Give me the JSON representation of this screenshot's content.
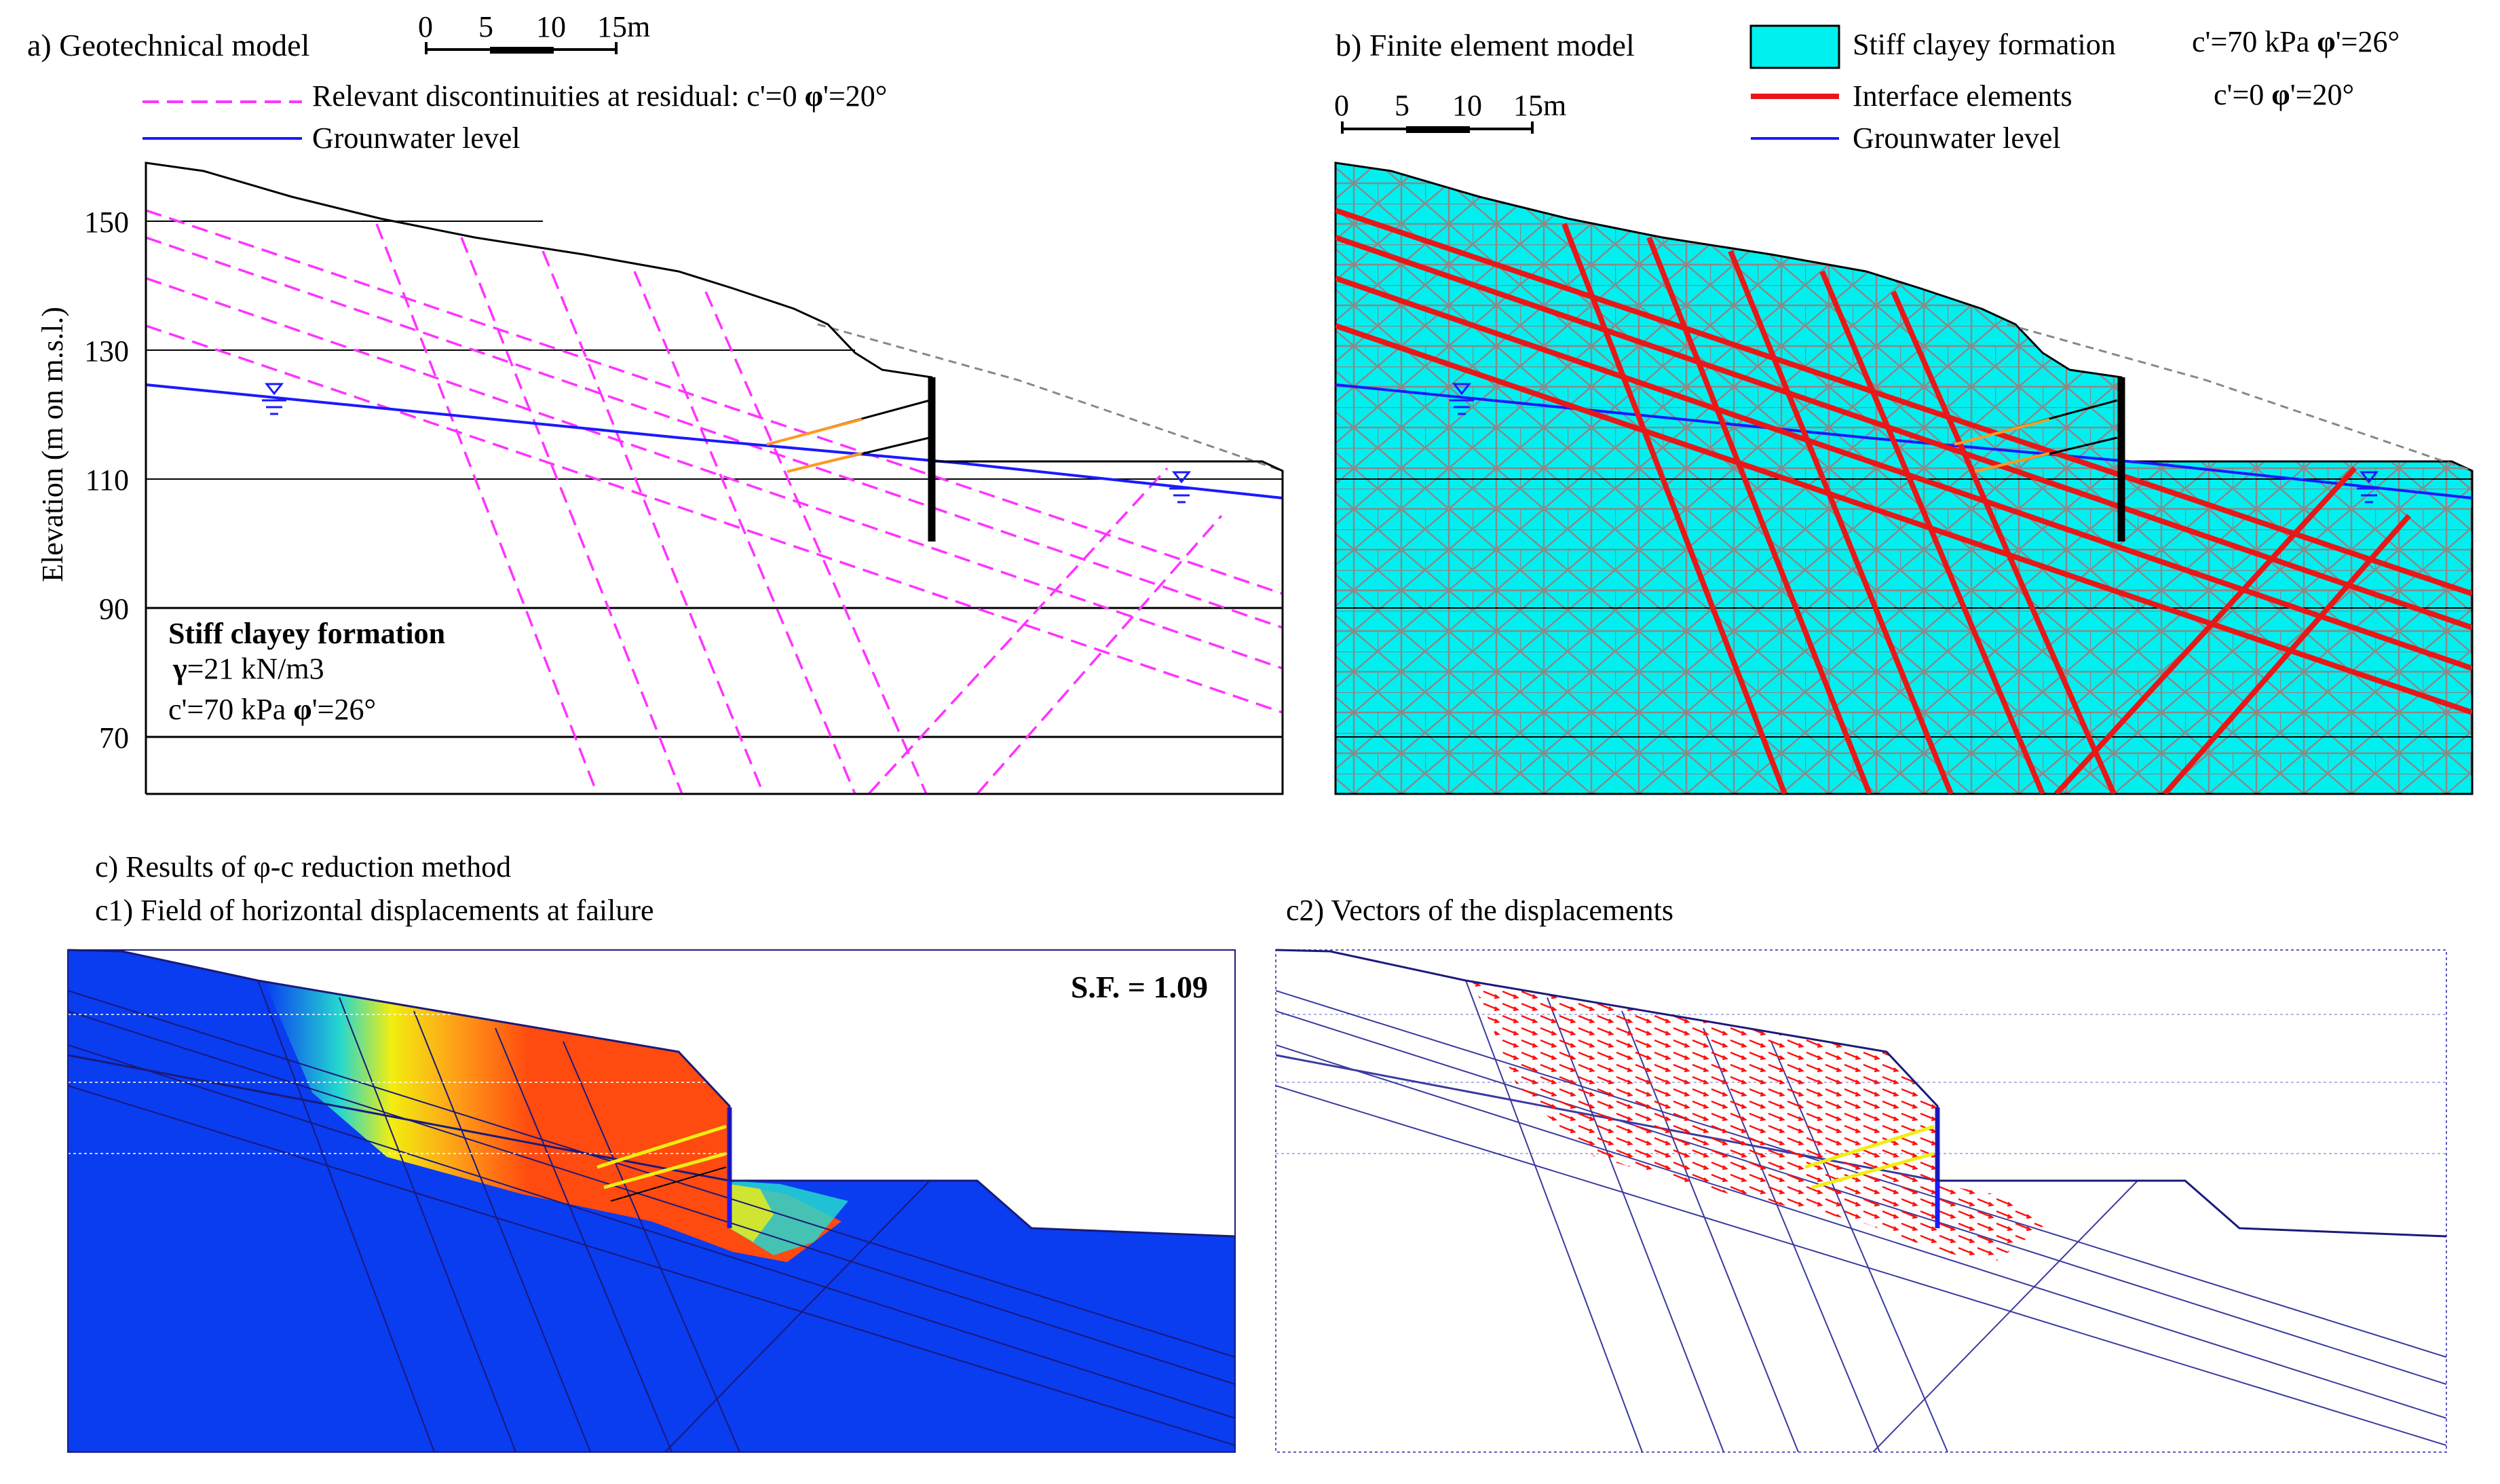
{
  "panel_a": {
    "title": "a) Geotechnical model",
    "scale_ticks": [
      "0",
      "5",
      "10",
      "15m"
    ],
    "legend_discontinuities_text": "Relevant discontinuities at residual: c'=0 ",
    "legend_phi_symbol": "φ",
    "legend_phi_value": "'=20°",
    "legend_groundwater": "Grounwater level",
    "y_axis_label": "Elevation (m on m.s.l.)",
    "y_ticks": [
      "150",
      "130",
      "110",
      "90",
      "70"
    ],
    "formation_title": "Stiff clayey formation",
    "gamma_symbol": "γ",
    "gamma_value": "=21 kN/m3",
    "strength_c": "c'=70 kPa ",
    "strength_phi_symbol": "φ",
    "strength_phi_value": "'=26°"
  },
  "panel_b": {
    "title": "b) Finite element model",
    "scale_ticks": [
      "0",
      "5",
      "10",
      "15m"
    ],
    "legend_formation": "Stiff clayey formation",
    "formation_c": "c'=70 kPa ",
    "formation_phi_symbol": "φ",
    "formation_phi_value": "'=26°",
    "legend_interface": "Interface elements",
    "interface_c": "c'=0  ",
    "interface_phi_symbol": "φ",
    "interface_phi_value": "'=20°",
    "legend_groundwater": "Grounwater level"
  },
  "panel_c": {
    "title": "c) Results of φ-c reduction method",
    "c1_title": "c1) Field of horizontal displacements at failure",
    "c2_title": "c2) Vectors of the displacements",
    "safety_factor": "S.F. = 1.09"
  },
  "colors": {
    "discontinuity": "#ff33ff",
    "groundwater": "#1a1aff",
    "formation_fill": "#00f0f0",
    "interface": "#e81818",
    "mesh": "#8a8a8a",
    "field_low": "#0a3cf0",
    "field_high": "#ff4a10",
    "vectors": "#ff1010"
  }
}
